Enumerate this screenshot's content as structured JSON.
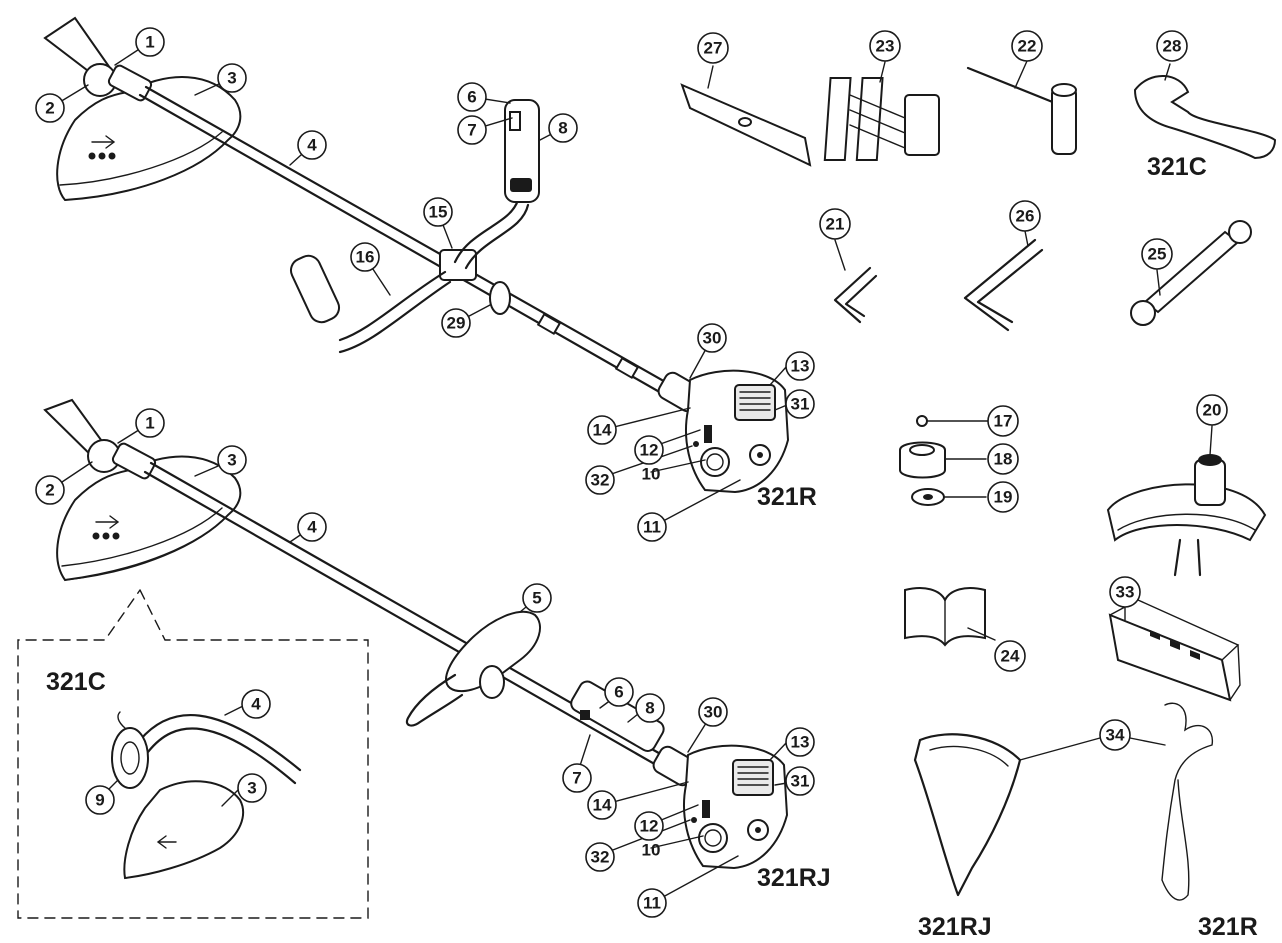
{
  "models": {
    "upper_unit": "321R",
    "lower_unit": "321RJ",
    "head_inset": "321C",
    "wrench": "321C",
    "harness_left": "321RJ",
    "harness_right": "321R"
  },
  "callouts": {
    "upper": [
      "1",
      "2",
      "3",
      "4",
      "6",
      "7",
      "8",
      "15",
      "16",
      "29",
      "30",
      "13",
      "31",
      "14",
      "12",
      "32",
      "10",
      "11"
    ],
    "lower": [
      "1",
      "2",
      "3",
      "4",
      "5",
      "6",
      "8",
      "7",
      "30",
      "13",
      "31",
      "14",
      "12",
      "32",
      "10",
      "11"
    ],
    "inset": [
      "4",
      "9",
      "3"
    ],
    "accessories": [
      "27",
      "23",
      "22",
      "28",
      "21",
      "26",
      "25",
      "17",
      "18",
      "19",
      "20",
      "24",
      "33",
      "34"
    ]
  }
}
